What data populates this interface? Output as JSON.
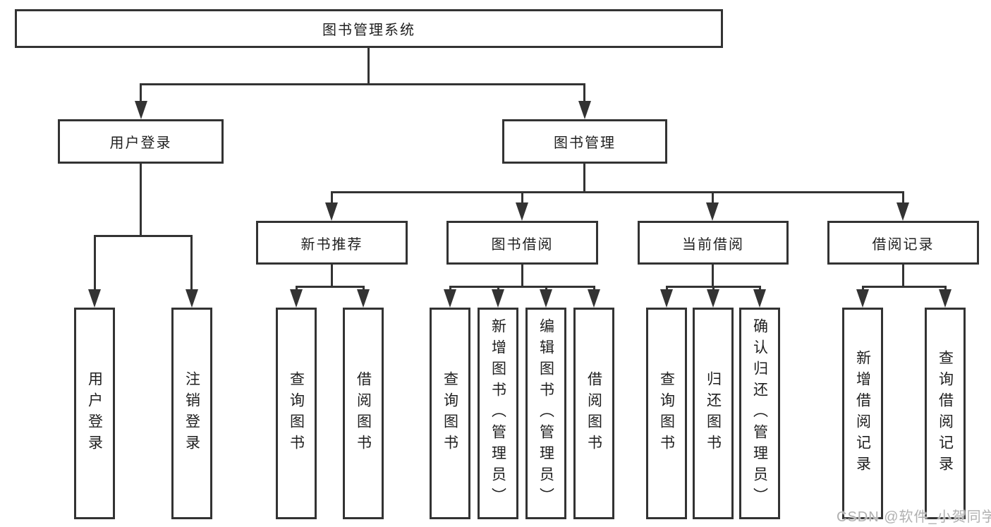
{
  "tree": {
    "label": "图书管理系统",
    "children": [
      {
        "label": "用户登录",
        "children": [
          {
            "label": "用户登录"
          },
          {
            "label": "注销登录"
          }
        ]
      },
      {
        "label": "图书管理",
        "children": [
          {
            "label": "新书推荐",
            "children": [
              {
                "label": "查询图书"
              },
              {
                "label": "借阅图书"
              }
            ]
          },
          {
            "label": "图书借阅",
            "children": [
              {
                "label": "查询图书"
              },
              {
                "label": "新增图书（管理员）"
              },
              {
                "label": "编辑图书（管理员）"
              },
              {
                "label": "借阅图书"
              }
            ]
          },
          {
            "label": "当前借阅",
            "children": [
              {
                "label": "查询图书"
              },
              {
                "label": "归还图书"
              },
              {
                "label": "确认归还（管理员）"
              }
            ]
          },
          {
            "label": "借阅记录",
            "children": [
              {
                "label": "新增借阅记录"
              },
              {
                "label": "查询借阅记录"
              }
            ]
          }
        ]
      }
    ]
  },
  "watermark": {
    "text": "CSDN @软件_小贺同学"
  },
  "colors": {
    "line": "#333333",
    "text": "#1f1f1f",
    "background": "#ffffff",
    "watermark": "#b0b0b0"
  }
}
